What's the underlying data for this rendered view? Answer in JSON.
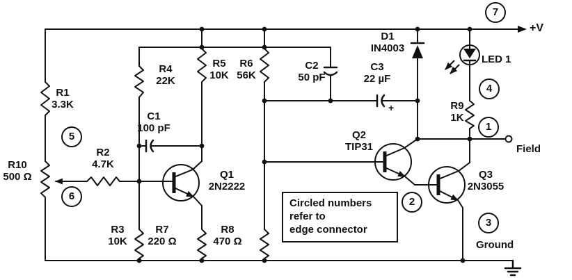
{
  "schematic": {
    "power_rail_label": "+V",
    "field_terminal_label": "Field",
    "ground_label": "Ground"
  },
  "note_box": {
    "line1": "Circled numbers",
    "line2": "refer to",
    "line3": "edge connector"
  },
  "edge_connectors": {
    "pin1": "1",
    "pin2": "2",
    "pin3": "3",
    "pin4": "4",
    "pin5": "5",
    "pin6": "6",
    "pin7": "7"
  },
  "components": {
    "r1": {
      "ref": "R1",
      "value": "3.3K"
    },
    "r2": {
      "ref": "R2",
      "value": "4.7K"
    },
    "r3": {
      "ref": "R3",
      "value": "10K"
    },
    "r4": {
      "ref": "R4",
      "value": "22K"
    },
    "r5": {
      "ref": "R5",
      "value": "10K"
    },
    "r6": {
      "ref": "R6",
      "value": "56K"
    },
    "r7": {
      "ref": "R7",
      "value": "220 Ω"
    },
    "r8": {
      "ref": "R8",
      "value": "470 Ω"
    },
    "r9": {
      "ref": "R9",
      "value": "1K"
    },
    "r10": {
      "ref": "R10",
      "value": "500 Ω"
    },
    "c1": {
      "ref": "C1",
      "value": "100 pF"
    },
    "c2": {
      "ref": "C2",
      "value": "50 pF"
    },
    "c3": {
      "ref": "C3",
      "value": "22 µF",
      "polarity": "+"
    },
    "d1": {
      "ref": "D1",
      "value": "IN4003"
    },
    "led1": {
      "ref": "LED 1"
    },
    "q1": {
      "ref": "Q1",
      "value": "2N2222"
    },
    "q2": {
      "ref": "Q2",
      "value": "TIP31"
    },
    "q3": {
      "ref": "Q3",
      "value": "2N3055"
    }
  }
}
